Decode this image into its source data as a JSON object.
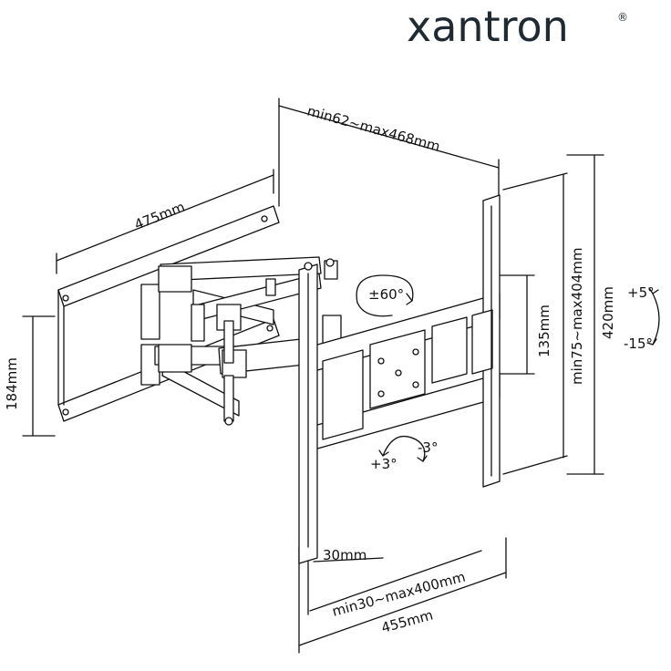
{
  "brand": {
    "name": "xantron",
    "registered": "®"
  },
  "labels": {
    "depth": "min62~max468mm",
    "arm_length": "475mm",
    "wall_plate_height": "184mm",
    "tilt_angle": "±60°",
    "vesa_vertical_inner": "135mm",
    "vesa_vertical": "min75~max404mm",
    "plate_height": "420mm",
    "tilt_up": "+5°",
    "tilt_down": "-15°",
    "rotate_plus": "+3°",
    "rotate_minus": "-3°",
    "spacing": "30mm",
    "vesa_horizontal": "min30~max400mm",
    "plate_width": "455mm"
  },
  "colors": {
    "line": "#111111",
    "fill": "#ffffff",
    "brand": "#1f2a33"
  }
}
